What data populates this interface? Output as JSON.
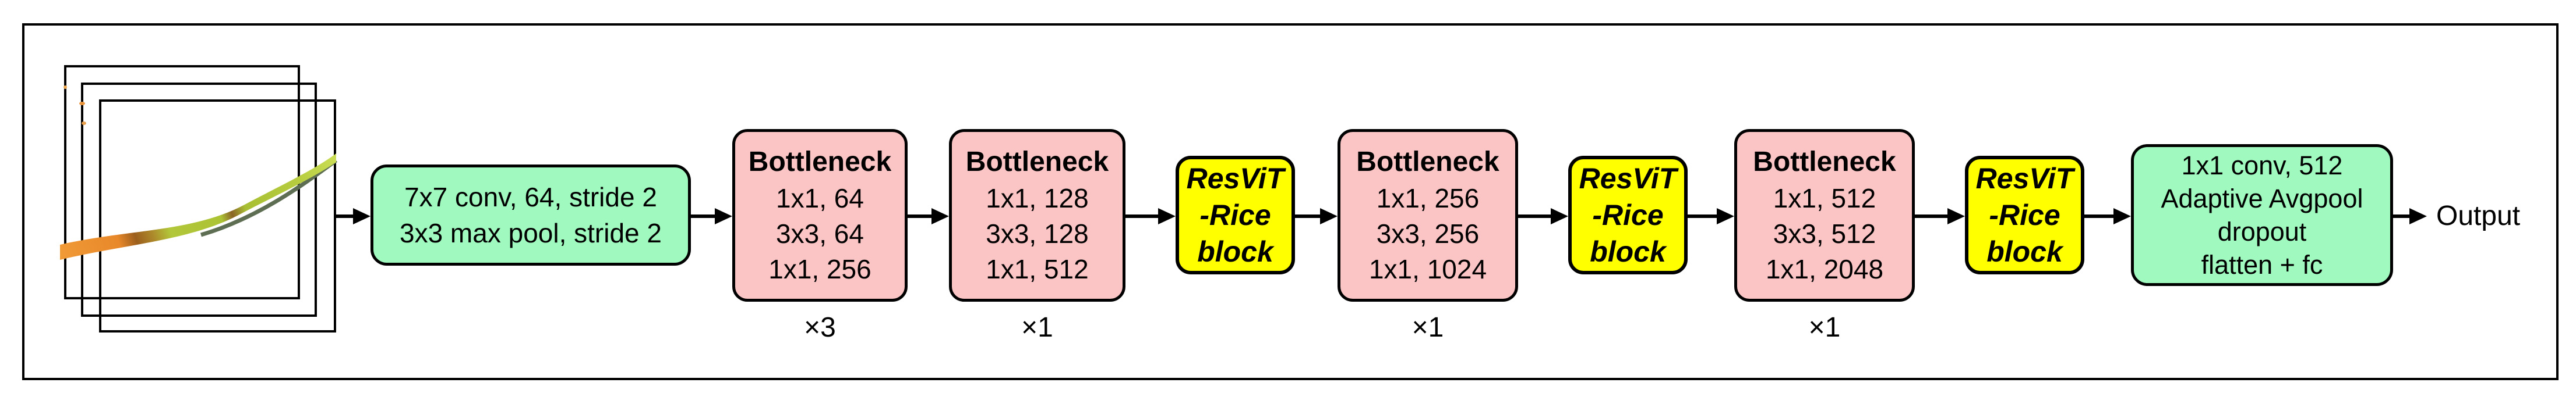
{
  "figure": {
    "input_stack": {
      "frame_count": 3
    },
    "stem_block": {
      "lines": [
        "7x7 conv, 64, stride 2",
        "3x3 max pool, stride 2"
      ]
    },
    "bottleneck_blocks": [
      {
        "title": "Bottleneck",
        "rows": [
          "1x1, 64",
          "3x3, 64",
          "1x1, 256"
        ],
        "multiplier": "×3"
      },
      {
        "title": "Bottleneck",
        "rows": [
          "1x1, 128",
          "3x3, 128",
          "1x1, 512"
        ],
        "multiplier": "×1"
      },
      {
        "title": "Bottleneck",
        "rows": [
          "1x1, 256",
          "3x3, 256",
          "1x1, 1024"
        ],
        "multiplier": "×1"
      },
      {
        "title": "Bottleneck",
        "rows": [
          "1x1, 512",
          "3x3, 512",
          "1x1, 2048"
        ],
        "multiplier": "×1"
      }
    ],
    "resvit_blocks": [
      {
        "lines": [
          "ResViT",
          "-Rice",
          "block"
        ]
      },
      {
        "lines": [
          "ResViT",
          "-Rice",
          "block"
        ]
      },
      {
        "lines": [
          "ResViT",
          "-Rice",
          "block"
        ]
      }
    ],
    "head_block": {
      "lines": [
        "1x1 conv, 512",
        "Adaptive Avgpool",
        "dropout",
        "flatten + fc"
      ]
    },
    "output_label": "Output",
    "colors": {
      "stem_bg": "#A0FAC0",
      "bottleneck_bg": "#FBC5C5",
      "resvit_bg": "#FFFF00",
      "head_bg": "#A0FAC0",
      "border": "#000000",
      "background": "#FFFFFF",
      "leaf_orange": "#E8892B",
      "leaf_green": "#B2C73A"
    }
  }
}
